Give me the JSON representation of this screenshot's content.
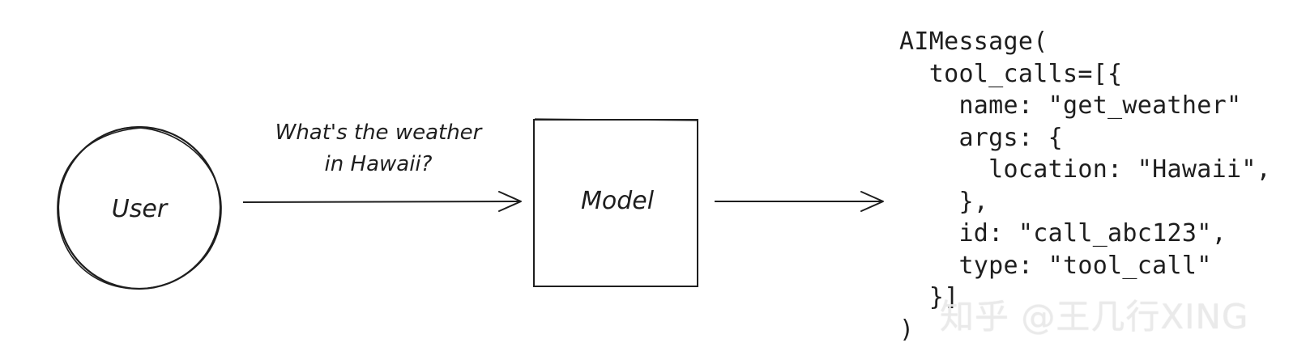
{
  "nodes": {
    "user": {
      "label": "User"
    },
    "model": {
      "label": "Model"
    }
  },
  "edges": {
    "user_to_model": {
      "label_lines": [
        "What's the weather",
        "in Hawaii?"
      ]
    }
  },
  "output": {
    "code_lines": [
      "AIMessage(",
      "  tool_calls=[{",
      "    name: \"get_weather\"",
      "    args: {",
      "      location: \"Hawaii\",",
      "    },",
      "    id: \"call_abc123\",",
      "    type: \"tool_call\"",
      "  }]",
      ")"
    ]
  },
  "watermark": {
    "text": "知乎 @王几行XING"
  },
  "colors": {
    "ink": "#1e1e1e",
    "background": "#ffffff"
  }
}
